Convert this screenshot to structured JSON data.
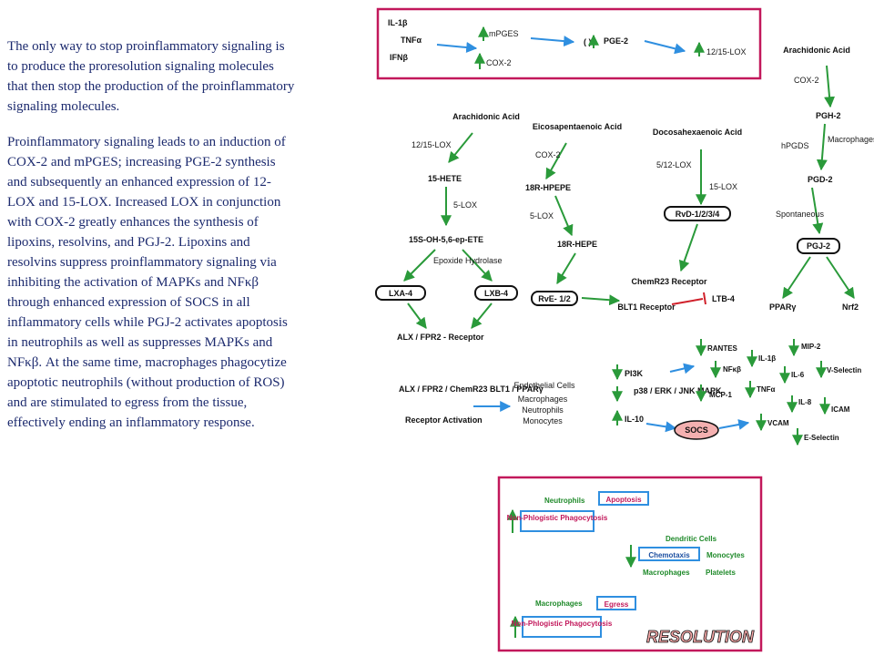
{
  "text": {
    "para1": "The only way to stop proinflammatory signaling is to produce the proresolution signaling molecules that then stop the production of the proinflammatory signaling molecules.",
    "para2": "Proinflammatory signaling leads to an induction of COX-2 and mPGES; increasing PGE-2 synthesis and subsequently an enhanced expression of 12-LOX and 15-LOX. Increased LOX in conjunction with COX-2 greatly enhances the synthesis of lipoxins, resolvins, and PGJ-2. Lipoxins and resolvins suppress proinflammatory signaling via inhibiting the activation of MAPKs and NFκβ through enhanced expression of SOCS in all inflammatory cells while PGJ-2 activates apoptosis in neutrophils as well as suppresses MAPKs and NFκβ. At the same time, macrophages phagocytize apoptotic neutrophils (without production of ROS) and are stimulated to egress from the tissue, effectively ending an inflammatory response."
  },
  "top_box": {
    "inputs": [
      "IL-1β",
      "TNFα",
      "IFNβ"
    ],
    "mpges": "mPGES",
    "cox2": "COX-2",
    "pge2_paren": "( )",
    "pge2": "PGE-2",
    "lox": "12/15-LOX"
  },
  "pathway_lipoxin": {
    "substrate": "Arachidonic Acid",
    "enzyme1": "12/15-LOX",
    "hete": "15-HETE",
    "enzyme2": "5-LOX",
    "epoxide": "15S-OH-5,6-ep-ETE",
    "hydrolase": "Epoxide Hydrolase",
    "lxa4": "LXA-4",
    "lxb4": "LXB-4",
    "receptor": "ALX / FPR2 - Receptor"
  },
  "pathway_epa": {
    "substrate": "Eicosapentaenoic Acid",
    "enzyme1": "COX-2",
    "hpepe": "18R-HPEPE",
    "enzyme2": "5-LOX",
    "hepe": "18R-HEPE",
    "rve": "RvE- 1/2"
  },
  "pathway_dha": {
    "substrate": "Docosahexaenoic Acid",
    "enzyme1": "5/12-LOX",
    "enzyme2": "15-LOX",
    "rvd": "RvD-1/2/3/4",
    "chemr23": "ChemR23 Receptor",
    "blt1": "BLT1 Receptor",
    "ltb4": "LTB-4"
  },
  "pathway_pgj2": {
    "substrate": "Arachidonic Acid",
    "enzyme1": "COX-2",
    "pgh2": "PGH-2",
    "enzyme2": "hPGDS",
    "cells": "Macrophages Mast Cells",
    "pgd2": "PGD-2",
    "spontaneous": "Spontaneous",
    "pgj2": "PGJ-2",
    "ppar": "PPARγ",
    "nrf2": "Nrf2"
  },
  "activation": {
    "receptors": "ALX / FPR2 / ChemR23 BLT1 / PPARγ",
    "label": "Receptor Activation",
    "cells_title": "Endothelial Cells",
    "cells": [
      "Macrophages",
      "Neutrophils",
      "Monocytes"
    ],
    "pi3k": "PI3K",
    "mapk": "p38 / ERK / JNK MAPK",
    "il10": "IL-10",
    "socs": "SOCS",
    "rantes": "RANTES",
    "nfkb": "NFκβ",
    "il1b": "IL-1β",
    "mcp1": "MCP-1",
    "tnfa": "TNFα",
    "vcam": "VCAM",
    "mip2": "MIP-2",
    "il6": "IL-6",
    "vselectin": "V-Selectin",
    "il8": "IL-8",
    "icam": "ICAM",
    "eselectin": "E-Selectin"
  },
  "resolution_box": {
    "neutrophils": "Neutrophils",
    "apoptosis": "Apoptosis",
    "nonphlog1": "Non-Phlogistic Phagocytosis",
    "dendritic": "Dendritic Cells",
    "chemotaxis": "Chemotaxis",
    "monocytes": "Monocytes",
    "macrophages": "Macrophages",
    "platelets": "Platelets",
    "macrophages2": "Macrophages",
    "egress": "Egress",
    "nonphlog2": "Non-Phlogistic Phagocytosis",
    "title": "RESOLUTION"
  },
  "colors": {
    "text": "#1c2a6e",
    "frame": "#c2185b",
    "green_arrow": "#2a9a3a",
    "blue_arrow": "#2f8fe0",
    "red_arrow": "#d0202a",
    "socs_fill": "#f4b0b0"
  }
}
